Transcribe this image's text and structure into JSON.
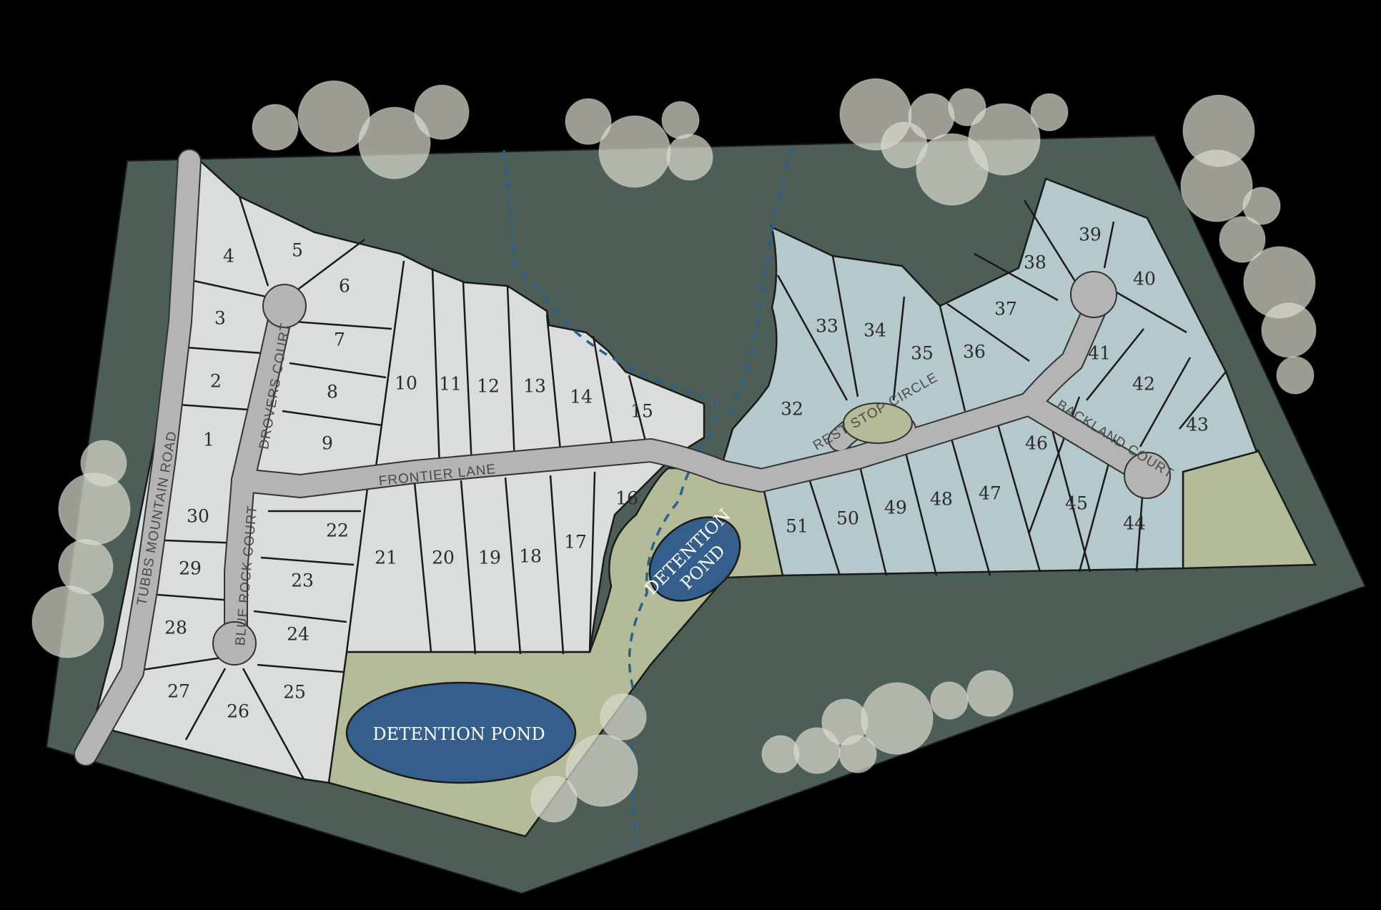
{
  "colors": {
    "background": "#000000",
    "outer_land": "#4c5e55",
    "lots_west": "#d9dedc",
    "lots_east": "#b5c9cd",
    "open_space": "#b4bb98",
    "road": "#b4b4b4",
    "pond": "#345e8c",
    "creek": "#2e5f8c",
    "tree": "#d8d8cc"
  },
  "roads": {
    "tubbs_mountain": "TUBBS MOUNTAIN ROAD",
    "frontier": "FRONTIER LANE",
    "drovers": "DROVERS COURT",
    "blue_rock": "BLUE ROCK COURT",
    "rest_stop": "REST STOP CIRCLE",
    "backland": "BACKLAND COURT"
  },
  "ponds": {
    "south": "DETENTION POND",
    "east_line1": "DETENTION",
    "east_line2": "POND"
  },
  "lots": {
    "l1": "1",
    "l2": "2",
    "l3": "3",
    "l4": "4",
    "l5": "5",
    "l6": "6",
    "l7": "7",
    "l8": "8",
    "l9": "9",
    "l10": "10",
    "l11": "11",
    "l12": "12",
    "l13": "13",
    "l14": "14",
    "l15": "15",
    "l16": "16",
    "l17": "17",
    "l18": "18",
    "l19": "19",
    "l20": "20",
    "l21": "21",
    "l22": "22",
    "l23": "23",
    "l24": "24",
    "l25": "25",
    "l26": "26",
    "l27": "27",
    "l28": "28",
    "l29": "29",
    "l30": "30",
    "l32": "32",
    "l33": "33",
    "l34": "34",
    "l35": "35",
    "l36": "36",
    "l37": "37",
    "l38": "38",
    "l39": "39",
    "l40": "40",
    "l41": "41",
    "l42": "42",
    "l43": "43",
    "l44": "44",
    "l45": "45",
    "l46": "46",
    "l47": "47",
    "l48": "48",
    "l49": "49",
    "l50": "50",
    "l51": "51"
  }
}
